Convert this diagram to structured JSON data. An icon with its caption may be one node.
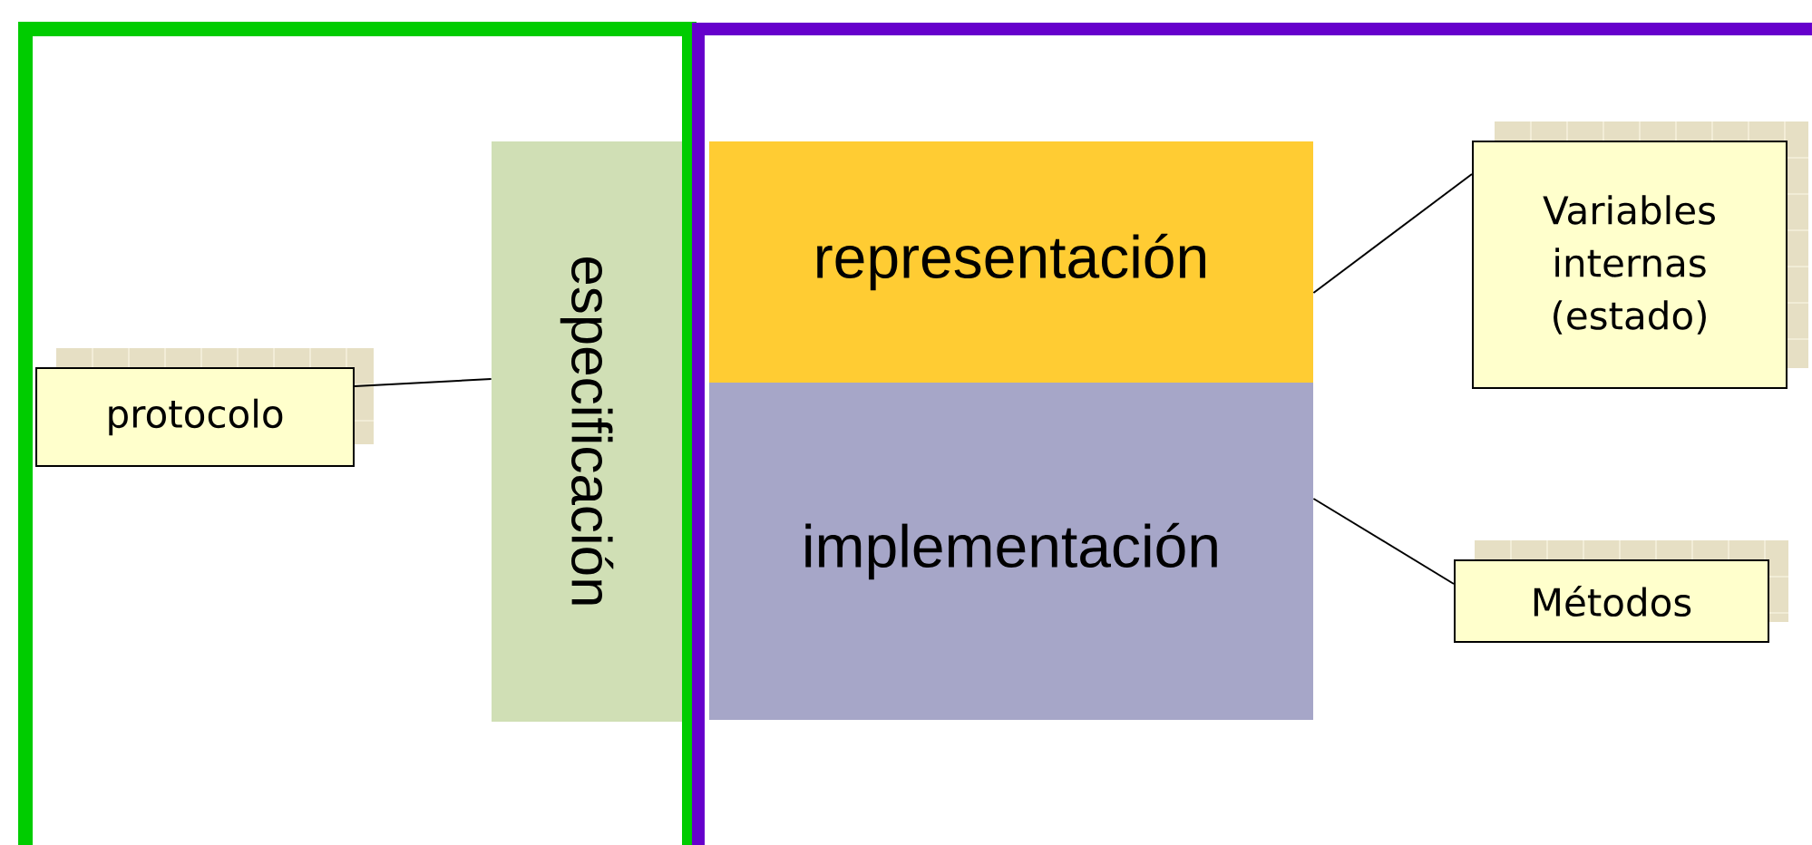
{
  "diagram": {
    "nodes": [
      {
        "text": [],
        "shape": "box"
      },
      {
        "text": [
          "protocolo"
        ],
        "in": 0
      },
      {
        "text": [
          "especificación"
        ],
        "in": 0
      },
      {
        "text": [],
        "shape": "box"
      },
      {
        "text": [
          "representación"
        ],
        "in": 3
      },
      {
        "text": [
          "implementación"
        ],
        "in": 3
      },
      {
        "text": [
          "Variables internas (estado)"
        ],
        "in": 3
      },
      {
        "text": [
          "Métodos"
        ],
        "in": 3
      }
    ],
    "edges": [
      {
        "from": 1,
        "to": 2,
        "arrow": "none"
      },
      {
        "from": 6,
        "to": 4,
        "arrow": "none"
      },
      {
        "from": 7,
        "to": 5,
        "arrow": "none"
      }
    ]
  }
}
